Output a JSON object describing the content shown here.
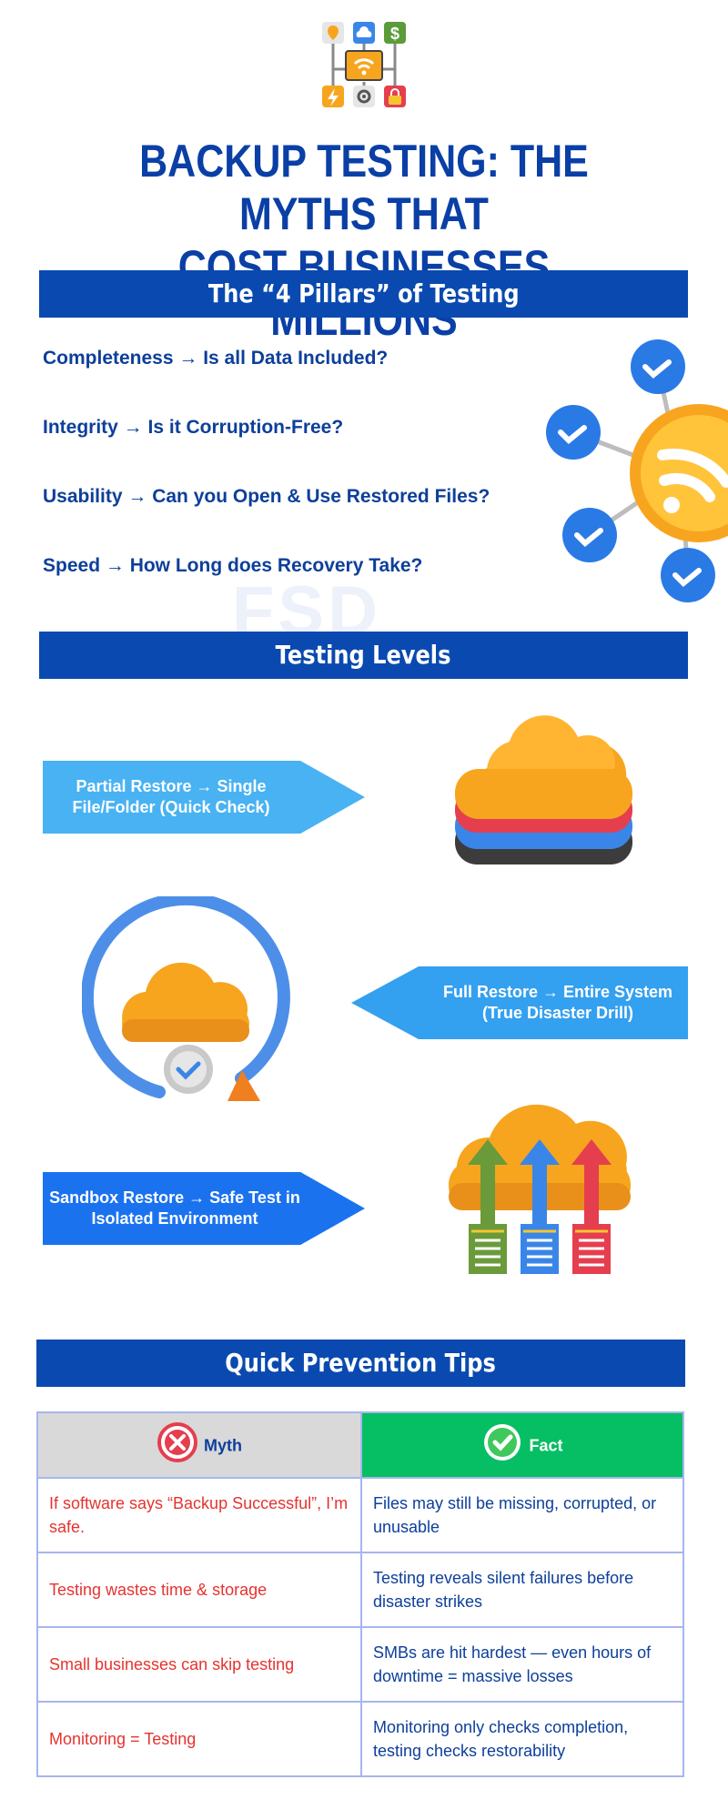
{
  "header": {
    "icons": [
      "location-pin-icon",
      "cloud-icon",
      "dollar-icon",
      "wifi-laptop-icon",
      "lightning-icon",
      "gear-icon",
      "lock-icon"
    ],
    "title_line1": "BACKUP TESTING: THE MYTHS THAT",
    "title_line2": "COST BUSINESSES MILLIONS"
  },
  "pillars": {
    "heading": "The “4 Pillars” of Testing",
    "items": [
      "Completeness → Is all Data Included?",
      "Integrity → Is it Corruption-Free?",
      "Usability → Can you Open & Use Restored Files?",
      "Speed → How Long does Recovery Take?"
    ]
  },
  "watermark": "FSD",
  "levels": {
    "heading": "Testing Levels",
    "partial": "Partial Restore → Single File/Folder (Quick Check)",
    "full": "Full Restore → Entire System (True Disaster Drill)",
    "sandbox": "Sandbox Restore → Safe Test in Isolated Environment"
  },
  "tips": {
    "heading": "Quick Prevention Tips",
    "myth_label": "Myth",
    "fact_label": "Fact",
    "rows": [
      {
        "myth": "If software says “Backup Successful”, I’m safe.",
        "fact": "Files may still be missing, corrupted, or unusable"
      },
      {
        "myth": "Testing wastes time & storage",
        "fact": "Testing reveals silent failures before disaster strikes"
      },
      {
        "myth": "Small businesses can skip testing",
        "fact": "SMBs are hit hardest — even hours of downtime = massive losses"
      },
      {
        "myth": "Monitoring = Testing",
        "fact": "Monitoring only checks completion, testing checks restorability"
      }
    ]
  },
  "colors": {
    "title_blue": "#0a3fa6",
    "band_blue": "#0a4ab0",
    "myth_red": "#e5332f",
    "fact_green": "#06be63",
    "cloud_orange": "#f7a51e"
  }
}
